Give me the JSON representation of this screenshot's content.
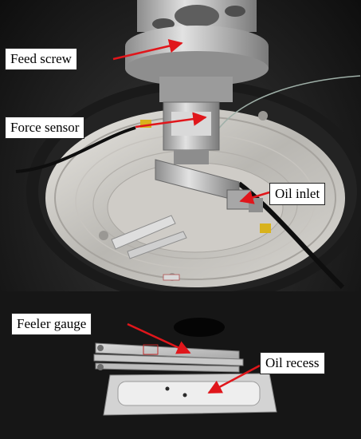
{
  "labels": {
    "feed_screw": "Feed screw",
    "force_sensor": "Force sensor",
    "oil_inlet": "Oil inlet",
    "feeler_gauge": "Feeler gauge",
    "oil_recess": "Oil recess"
  },
  "colors": {
    "annotation_arrow": "#e0161b",
    "label_background": "#ffffff",
    "label_border": "#222222"
  }
}
